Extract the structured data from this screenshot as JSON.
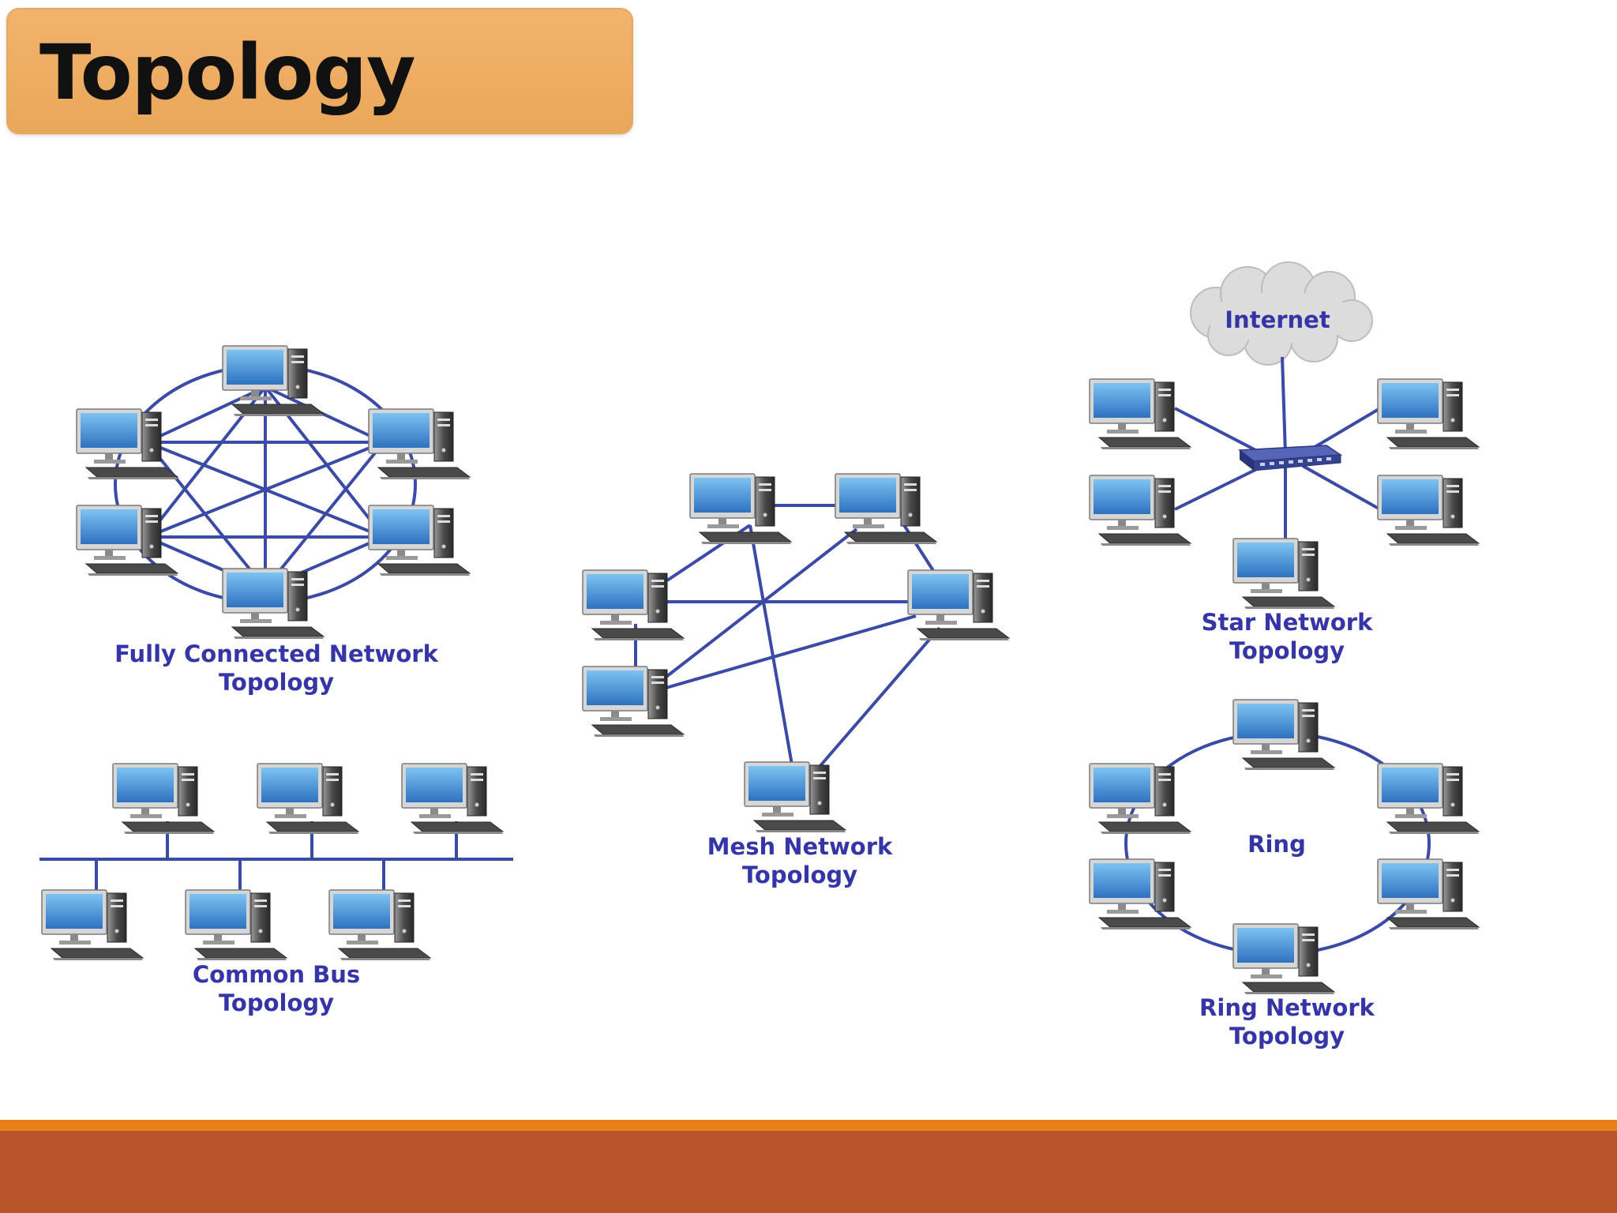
{
  "title": "Topology",
  "colors": {
    "link": "#3b4aa6",
    "label": "#3535a8",
    "title_bg": "#eeaa60",
    "footer_line": "#e8801a",
    "footer_band": "#b8552a"
  },
  "topologies": {
    "fully_connected": {
      "line1": "Fully Connected Network",
      "line2": "Topology"
    },
    "bus": {
      "line1": "Common Bus",
      "line2": "Topology"
    },
    "mesh": {
      "line1": "Mesh Network",
      "line2": "Topology"
    },
    "star": {
      "line1": "Star Network",
      "line2": "Topology",
      "cloud_label": "Internet"
    },
    "ring": {
      "line1": "Ring Network",
      "line2": "Topology",
      "center_label": "Ring"
    }
  }
}
